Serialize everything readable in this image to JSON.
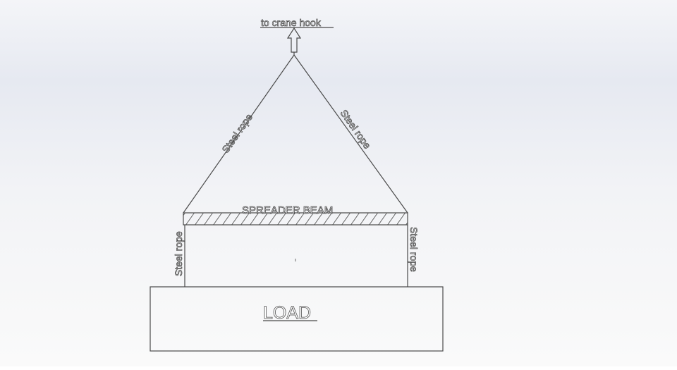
{
  "labels": {
    "crane_hook": "to crane hook",
    "left_sling": "Steel rope",
    "right_sling": "Steel rope",
    "beam": "SPREADER BEAM",
    "left_drop": "Steel rope",
    "right_drop": "Steel rope",
    "load": "LOAD"
  },
  "colors": {
    "line": "#4a4a4a",
    "text_fill": "#ffffff"
  }
}
